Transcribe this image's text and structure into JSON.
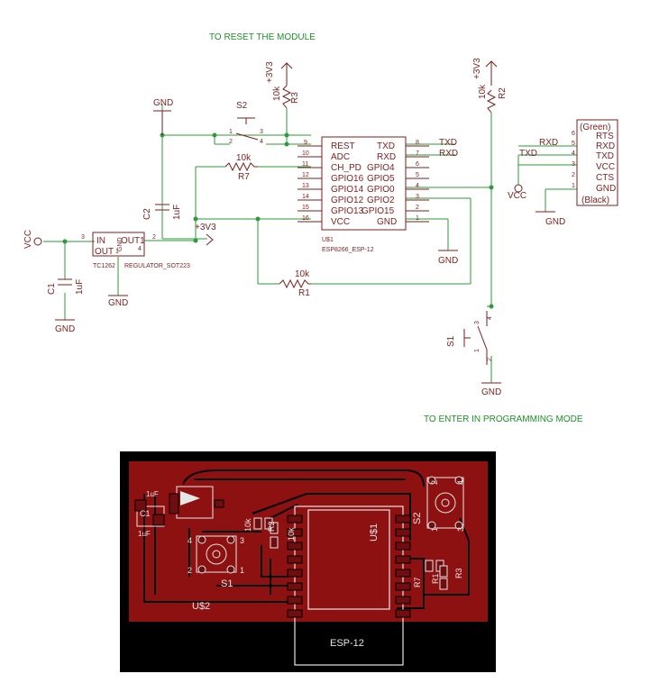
{
  "schematic": {
    "notes": {
      "reset": "TO RESET THE MODULE",
      "program": "TO ENTER IN PROGRAMMING MODE"
    },
    "power": {
      "gnd": "GND",
      "vcc": "VCC",
      "v3v3": "+3V3"
    },
    "regulator": {
      "in": "IN",
      "out1": "OUT1",
      "out": "OUT",
      "gnd": "GND",
      "name": "TC1262",
      "value": "REGULATOR_SOT223",
      "pin3": "3",
      "pin2": "2",
      "pin4": "4",
      "pin1": "1"
    },
    "capacitors": {
      "c1": "C1",
      "c1_val": "1uF",
      "c2": "C2",
      "c2_val": "1uF"
    },
    "resistors": {
      "r1": "R1",
      "r1_val": "10k",
      "r2": "R2",
      "r2_val": "10k",
      "r3": "R3",
      "r3_val": "10k",
      "r7": "R7",
      "r7_val": "10k"
    },
    "switches": {
      "s1": "S1",
      "s2": "S2",
      "pins": [
        "1",
        "2",
        "3",
        "4"
      ]
    },
    "esp": {
      "name": "U$1",
      "value": "ESP8266_ESP-12",
      "left_pins": [
        {
          "label": "REST",
          "num": "9"
        },
        {
          "label": "ADC",
          "num": "10"
        },
        {
          "label": "CH_PD",
          "num": "11"
        },
        {
          "label": "GPIO16",
          "num": "12"
        },
        {
          "label": "GPIO14",
          "num": "13"
        },
        {
          "label": "GPIO12",
          "num": "14"
        },
        {
          "label": "GPIO13",
          "num": "15"
        },
        {
          "label": "VCC",
          "num": "16"
        }
      ],
      "right_pins": [
        {
          "label": "TXD",
          "num": "8"
        },
        {
          "label": "RXD",
          "num": "7"
        },
        {
          "label": "GPIO4",
          "num": "6"
        },
        {
          "label": "GPIO5",
          "num": "5"
        },
        {
          "label": "GPIO0",
          "num": "4"
        },
        {
          "label": "GPIO2",
          "num": "3"
        },
        {
          "label": "GPIO15",
          "num": "2"
        },
        {
          "label": "GND",
          "num": "1"
        }
      ],
      "net_txd": "TXD",
      "net_rxd": "RXD"
    },
    "header": {
      "top_label": "(Green)",
      "bottom_label": "(Black)",
      "pins": [
        {
          "label": "RTS",
          "num": "6"
        },
        {
          "label": "RXD",
          "num": "5"
        },
        {
          "label": "TXD",
          "num": "4"
        },
        {
          "label": "VCC",
          "num": "3"
        },
        {
          "label": "CTS",
          "num": "2"
        },
        {
          "label": "GND",
          "num": "1"
        }
      ],
      "net_rxd": "RXD",
      "net_txd": "TXD"
    }
  },
  "pcb": {
    "colors": {
      "board": "#000000",
      "copper": "#8e1111",
      "silk": "#e6e6e6"
    },
    "labels": {
      "module": "ESP-12",
      "u1": "U$1",
      "u2": "U$2",
      "s1": "S1",
      "s2": "S2",
      "c1": "C1",
      "c1_val": "1uF",
      "c2_val": "1uF",
      "r1_val": "10k",
      "r2": "R2",
      "r2_val": "10k",
      "r3": "R3",
      "r7": "R7",
      "r1": "R1"
    },
    "switch_pins": [
      "1",
      "2",
      "3",
      "4"
    ]
  }
}
